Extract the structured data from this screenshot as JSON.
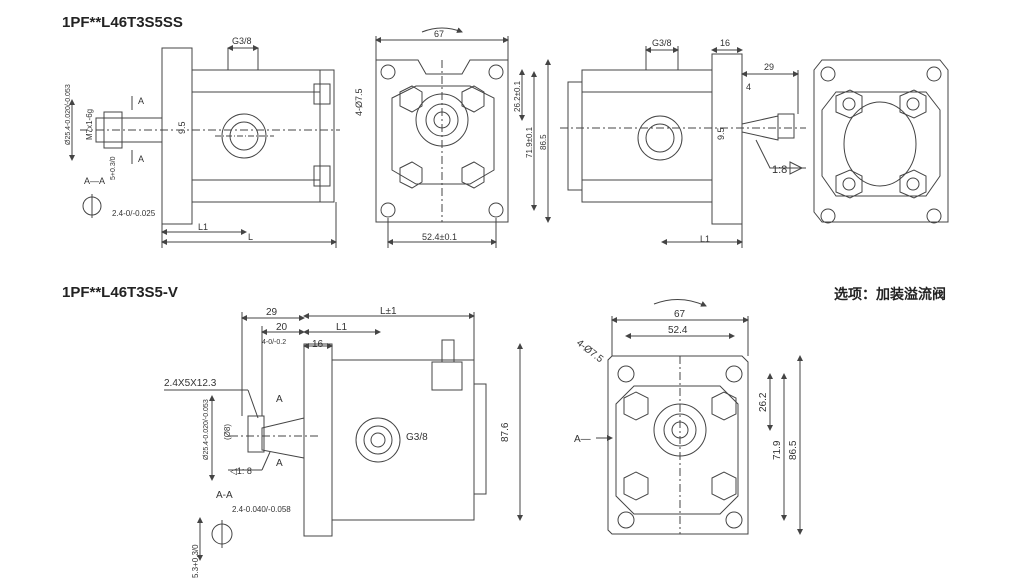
{
  "titles": {
    "top": "1PF**L46T3S5SS",
    "bottom": "1PF**L46T3S5-V",
    "option": "选项：加装溢流阀"
  },
  "dims": {
    "g38": "G3/8",
    "d67": "67",
    "d16": "16",
    "d29": "29",
    "d4": "4",
    "holes": "4-Ø7.5",
    "d262": "26.2±0.1",
    "d719": "71.9±0.1",
    "d865": "86.5",
    "d524": "52.4±0.1",
    "d95": "9.5",
    "shaft": "Ø25.4-0.020/-0.053",
    "m7": "M7x1-6g",
    "aa": "A—A",
    "a": "A",
    "key5": "5+0.3/0",
    "key24": "2.4-0/-0.025",
    "l1": "L1",
    "l": "L",
    "taper": "1:8",
    "b29": "29",
    "b20": "20",
    "b4": "4-0/-0.2",
    "b16": "16",
    "bl1": "L1",
    "bl": "L±1",
    "key2412": "2.4X5X12.3",
    "bshaft": "Ø25.4-0.020/-0.053",
    "d8": "(Ø8)",
    "btaper": "◁1: 8",
    "baa": "A-A",
    "bkey24": "2.4-0.040/-0.058",
    "bkey53": "5.3+0.3/0",
    "bg38": "G3/8",
    "d876": "87.6",
    "b67": "67",
    "b524": "52.4",
    "bholes": "4-Ø7.5",
    "b262": "26.2",
    "b719": "71.9",
    "b865": "86.5",
    "ba": "A—"
  },
  "colors": {
    "line": "#444444",
    "text": "#222222"
  }
}
